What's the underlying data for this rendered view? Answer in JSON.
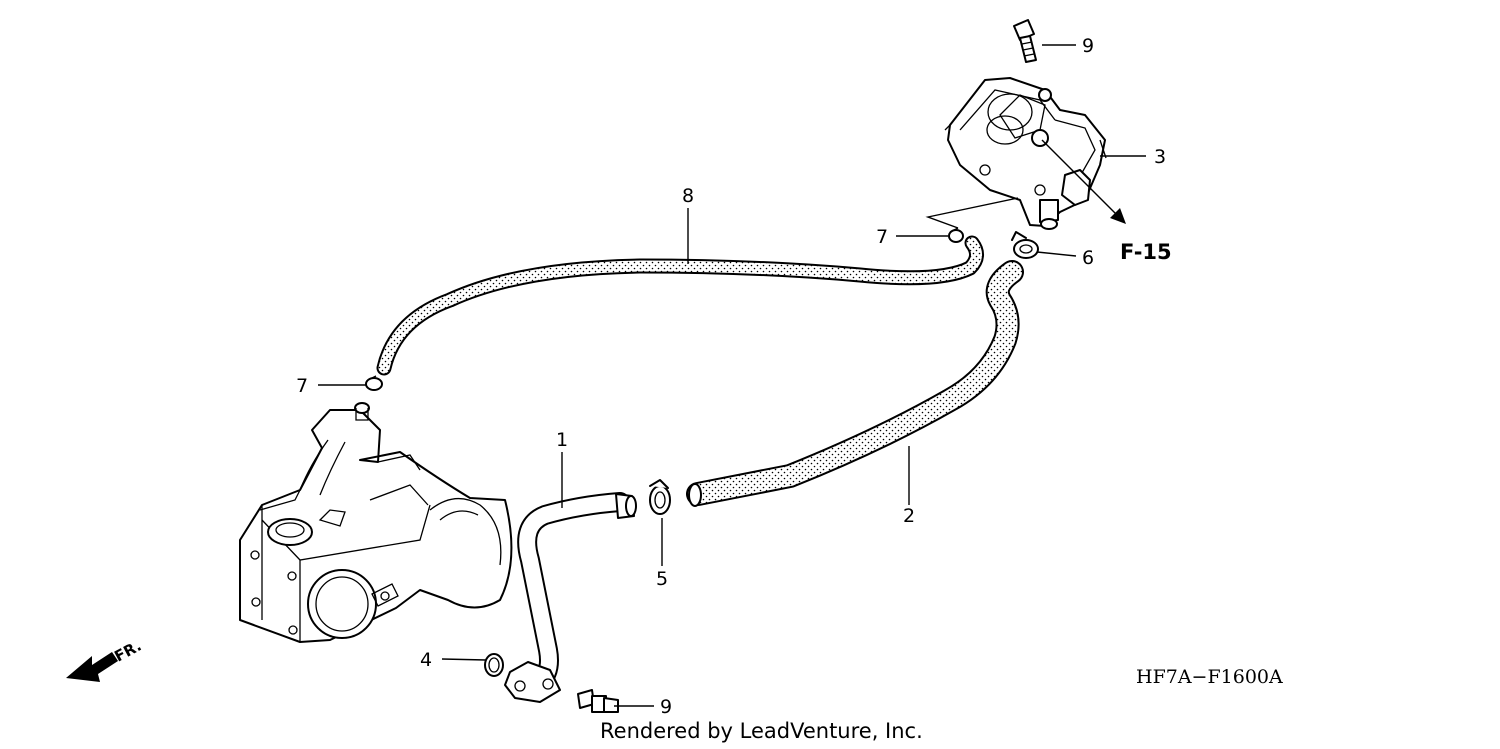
{
  "callouts": {
    "c1": "1",
    "c2": "2",
    "c3": "3",
    "c4": "4",
    "c5": "5",
    "c6": "6",
    "c7a": "7",
    "c7b": "7",
    "c8": "8",
    "c9a": "9",
    "c9b": "9"
  },
  "reference": "F-15",
  "diagram_code": "HF7A−F1600A",
  "credit": "Rendered by LeadVenture, Inc.",
  "front_marker": "FR.",
  "icons": {
    "front": "front-direction-arrow-icon",
    "reference": "reference-arrow-icon"
  }
}
